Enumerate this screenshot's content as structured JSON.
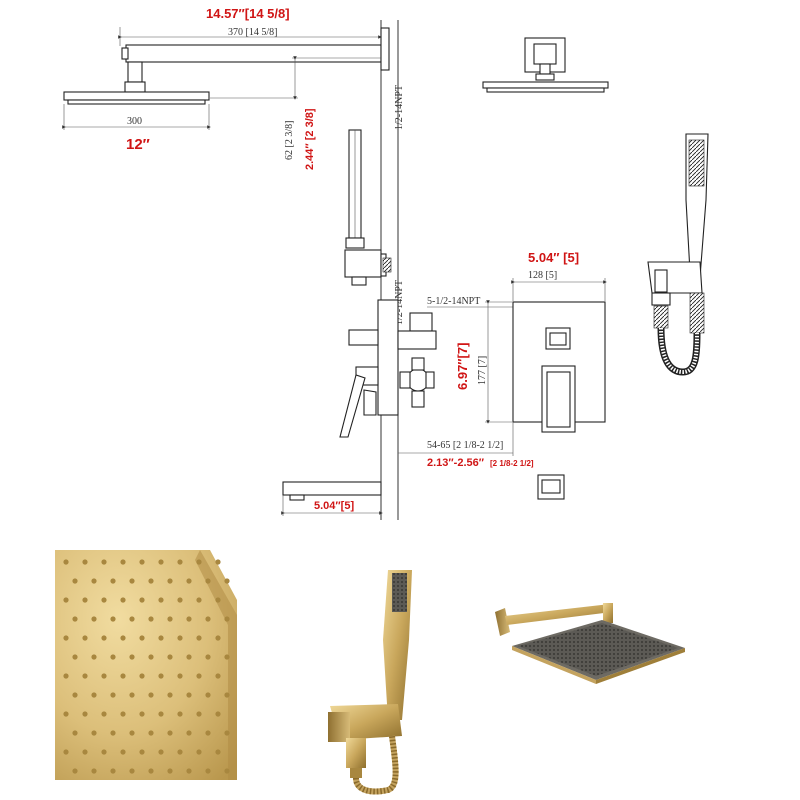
{
  "colors": {
    "dimension_red": "#d01515",
    "line_gray": "#333333",
    "gold_light": "#e7cd8c",
    "gold_mid": "#cfb06a",
    "gold_dark": "#a8873f"
  },
  "dimensions": {
    "arm_length_red": "14.57″[14 5/8]",
    "arm_length_mm": "370 [14 5/8]",
    "head_width_mm": "300",
    "head_width_red": "12″",
    "drop_mm": "62 [2 3/8]",
    "drop_red": "2.44″ [2 3/8]",
    "top_npt": "1/2-14NPT",
    "mid_npt": "1/2-14NPT",
    "valve_npt": "5-1/2-14NPT",
    "trim_width_red": "5.04″ [5]",
    "trim_width_mm": "128 [5]",
    "trim_height_red": "6.97″[7]",
    "trim_height_mm": "177 [7]",
    "depth_mm": "54-65 [2 1/8-2 1/2]",
    "depth_red_main": "2.13″-2.56″",
    "depth_red_fraction": "[2 1/8-2  1/2]",
    "spout_red": "5.04″[5]"
  },
  "icons": {
    "shower_head": "shower-head-icon",
    "hand_shower": "hand-shower-icon",
    "spout": "tub-spout-icon",
    "valve_trim": "valve-trim-icon"
  }
}
